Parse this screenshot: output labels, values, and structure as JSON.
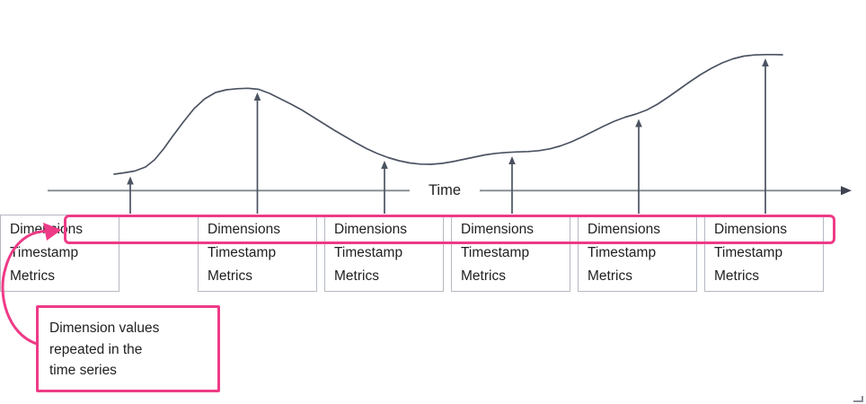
{
  "figure": {
    "axis_label": "Time"
  },
  "records": [
    {
      "dimensions": "Dimensions",
      "timestamp": "Timestamp",
      "metrics": "Metrics"
    },
    {
      "dimensions": "Dimensions",
      "timestamp": "Timestamp",
      "metrics": "Metrics"
    },
    {
      "dimensions": "Dimensions",
      "timestamp": "Timestamp",
      "metrics": "Metrics"
    },
    {
      "dimensions": "Dimensions",
      "timestamp": "Timestamp",
      "metrics": "Metrics"
    },
    {
      "dimensions": "Dimensions",
      "timestamp": "Timestamp",
      "metrics": "Metrics"
    },
    {
      "dimensions": "Dimensions",
      "timestamp": "Timestamp",
      "metrics": "Metrics"
    }
  ],
  "callout": {
    "text": "Dimension values\nrepeated in the\ntime series"
  },
  "colors": {
    "accent_pink": "#ee3b87",
    "curve_dark": "#4b5362",
    "axis_gray": "#83878e",
    "box_border": "#b5b9c1",
    "text": "#212121"
  },
  "icons": {
    "axis_arrow": "right-arrow",
    "point_arrows": "up-arrow",
    "callout_arrow": "curved-arrow"
  }
}
